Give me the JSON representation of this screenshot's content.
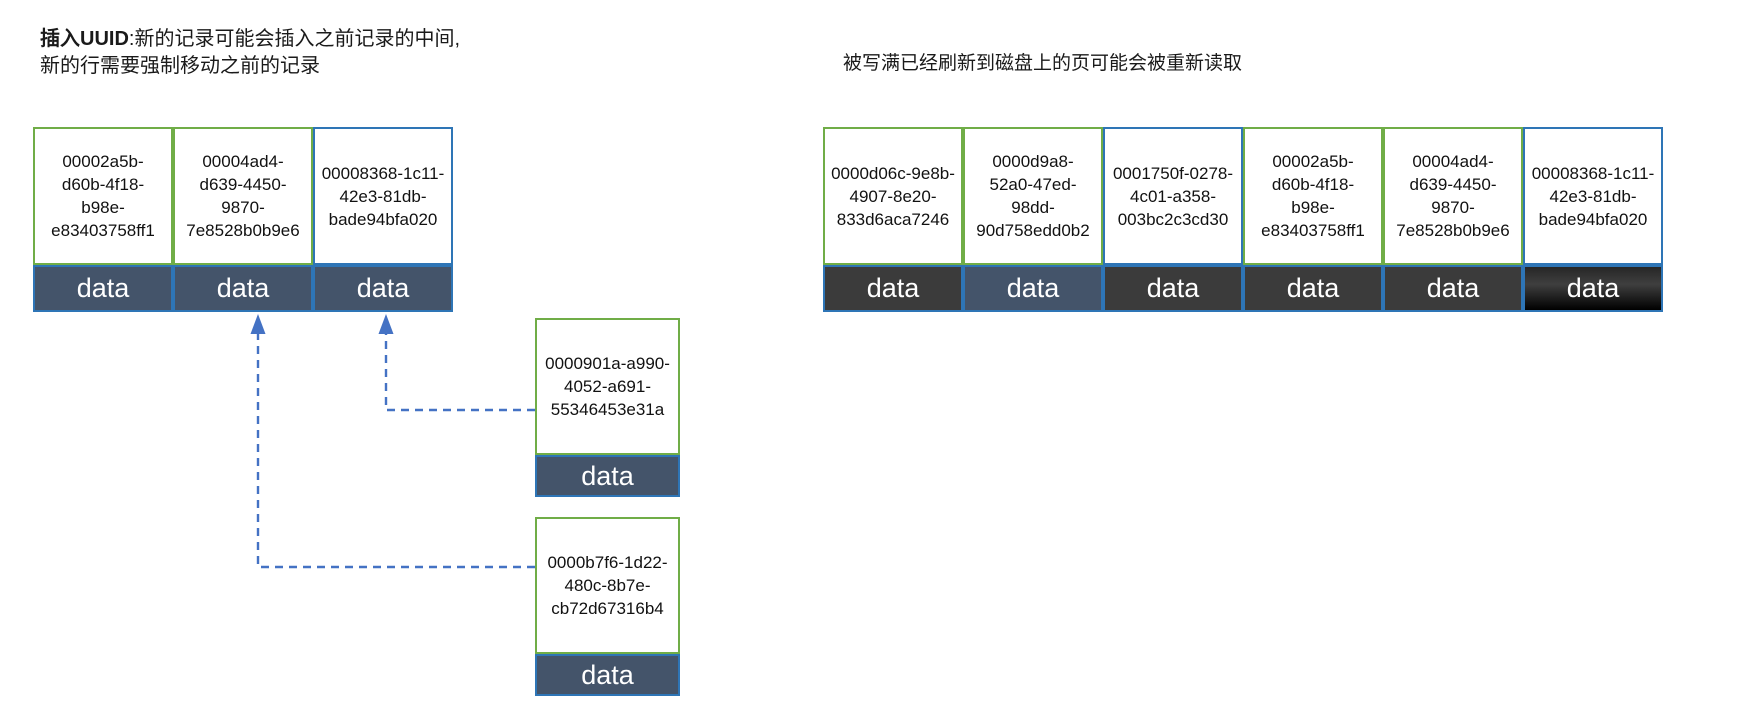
{
  "captions": {
    "left_bold": "插入UUID",
    "left_rest": ":新的记录可能会插入之前记录的中间,",
    "left_line2": "新的行需要强制移动之前的记录",
    "right": "被写满已经刷新到磁盘上的页可能会被重新读取"
  },
  "colors": {
    "green_border": "#70AD47",
    "blue_border": "#2E75B6",
    "arrow_blue": "#4472C4",
    "slate_bg": "#44546A",
    "charcoal_bg": "#3B3B3B",
    "text_dark": "#1A1A1A",
    "data_text": "#FFFFFF"
  },
  "left_page": {
    "records": [
      {
        "uuid": "00002a5b-d60b-4f18-b98e-e83403758ff1",
        "label": "data",
        "border": "green",
        "fill": "slate"
      },
      {
        "uuid": "00004ad4-d639-4450-9870-7e8528b0b9e6",
        "label": "data",
        "border": "green",
        "fill": "slate"
      },
      {
        "uuid": "00008368-1c11-42e3-81db-bade94bfa020",
        "label": "data",
        "border": "blue",
        "fill": "slate"
      }
    ]
  },
  "right_page": {
    "records": [
      {
        "uuid": "0000d06c-9e8b-4907-8e20-833d6aca7246",
        "label": "data",
        "border": "green",
        "fill": "charcoal"
      },
      {
        "uuid": "0000d9a8-52a0-47ed-98dd-90d758edd0b2",
        "label": "data",
        "border": "green",
        "fill": "slate"
      },
      {
        "uuid": "0001750f-0278-4c01-a358-003bc2c3cd30",
        "label": "data",
        "border": "blue",
        "fill": "charcoal"
      },
      {
        "uuid": "00002a5b-d60b-4f18-b98e-e83403758ff1",
        "label": "data",
        "border": "green",
        "fill": "charcoal"
      },
      {
        "uuid": "00004ad4-d639-4450-9870-7e8528b0b9e6",
        "label": "data",
        "border": "green",
        "fill": "charcoal"
      },
      {
        "uuid": "00008368-1c11-42e3-81db-bade94bfa020",
        "label": "data",
        "border": "blue",
        "fill": "black-gradient"
      }
    ]
  },
  "new_records": [
    {
      "uuid": "0000901a-a990-4052-a691-55346453e31a",
      "label": "data",
      "border": "green",
      "fill": "slate"
    },
    {
      "uuid": "0000b7f6-1d22-480c-8b7e-cb72d67316b4",
      "label": "data",
      "border": "green",
      "fill": "slate"
    }
  ]
}
